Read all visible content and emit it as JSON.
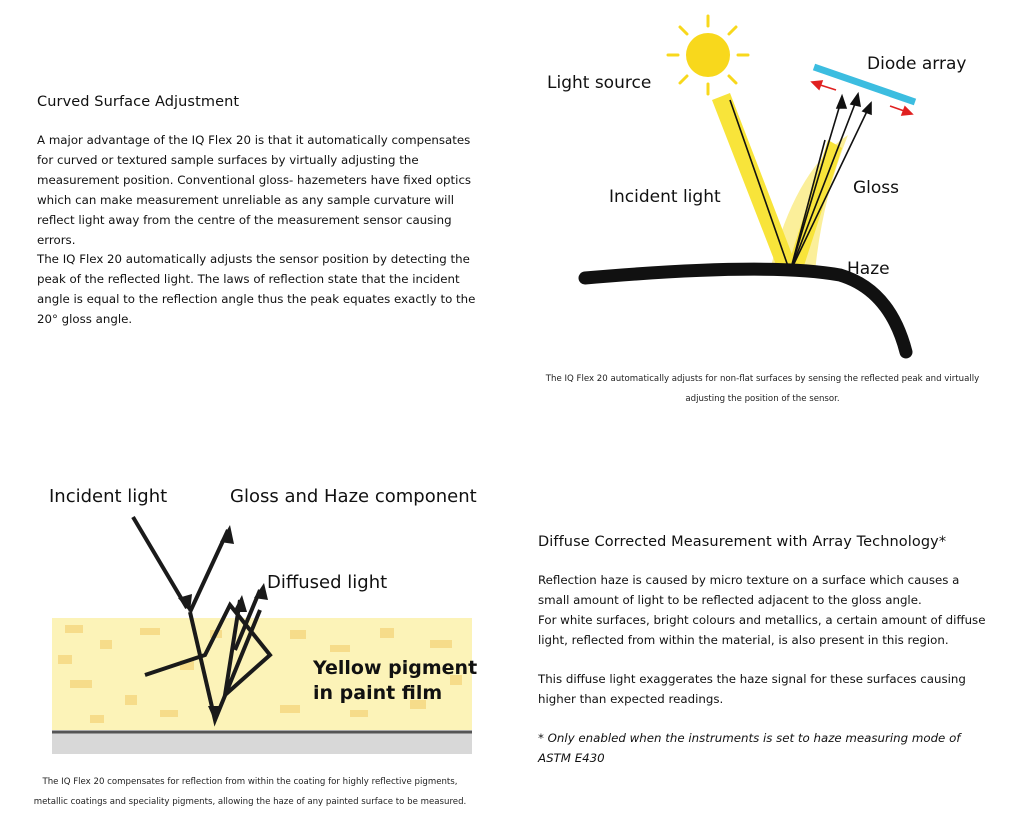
{
  "section1": {
    "title": "Curved Surface Adjustment",
    "paragraphs": [
      "A major advantage of the IQ Flex 20 is that it automatically compensates for curved or textured sample surfaces by virtually adjusting the measurement position. Conventional gloss- hazemeters have fixed optics which can make measurement unreliable as any sample curvature will reflect light away from the centre of the measurement sensor causing errors.",
      "The IQ Flex 20 automatically adjusts the sensor position by detecting the peak of the reflected light. The laws of reflection state that the incident angle is equal to the reflection angle thus the peak equates exactly to the 20° gloss angle."
    ]
  },
  "diagram1": {
    "labels": {
      "light_source": "Light source",
      "diode_array": "Diode array",
      "incident_light": "Incident light",
      "gloss": "Gloss",
      "haze": "Haze"
    },
    "caption": "The IQ Flex 20 automatically adjusts for non-flat surfaces by sensing the reflected peak and virtually adjusting the position of the sensor.",
    "colors": {
      "light": "#f8e43a",
      "diode": "#3cbde0",
      "arrow_red": "#e02020"
    }
  },
  "diagram2": {
    "labels": {
      "incident_light": "Incident light",
      "gloss_haze": "Gloss and Haze component",
      "diffused_light": "Diffused light",
      "pigment_line1": "Yellow pigment",
      "pigment_line2": "in paint film"
    },
    "caption": "The IQ Flex 20 compensates for reflection from within the coating for highly reflective pigments, metallic coatings and speciality pigments, allowing the haze of any painted surface to be measured.",
    "colors": {
      "film": "#fcf3b8",
      "pigment": "#f6dc8a",
      "substrate": "#d8d8d8"
    }
  },
  "section2": {
    "title": "Diffuse Corrected Measurement with Array Technology*",
    "paragraphs": [
      "Reflection haze is caused by micro texture on a surface which causes a small amount of light to be reflected adjacent to the gloss angle.\nFor white surfaces, bright colours and metallics, a certain amount of diffuse light, reflected from within the material, is also present in this region.",
      "This diffuse light exaggerates the haze signal for these surfaces causing higher than expected readings."
    ],
    "footnote": "* Only enabled when the instruments is set to haze measuring mode of ASTM E430"
  }
}
